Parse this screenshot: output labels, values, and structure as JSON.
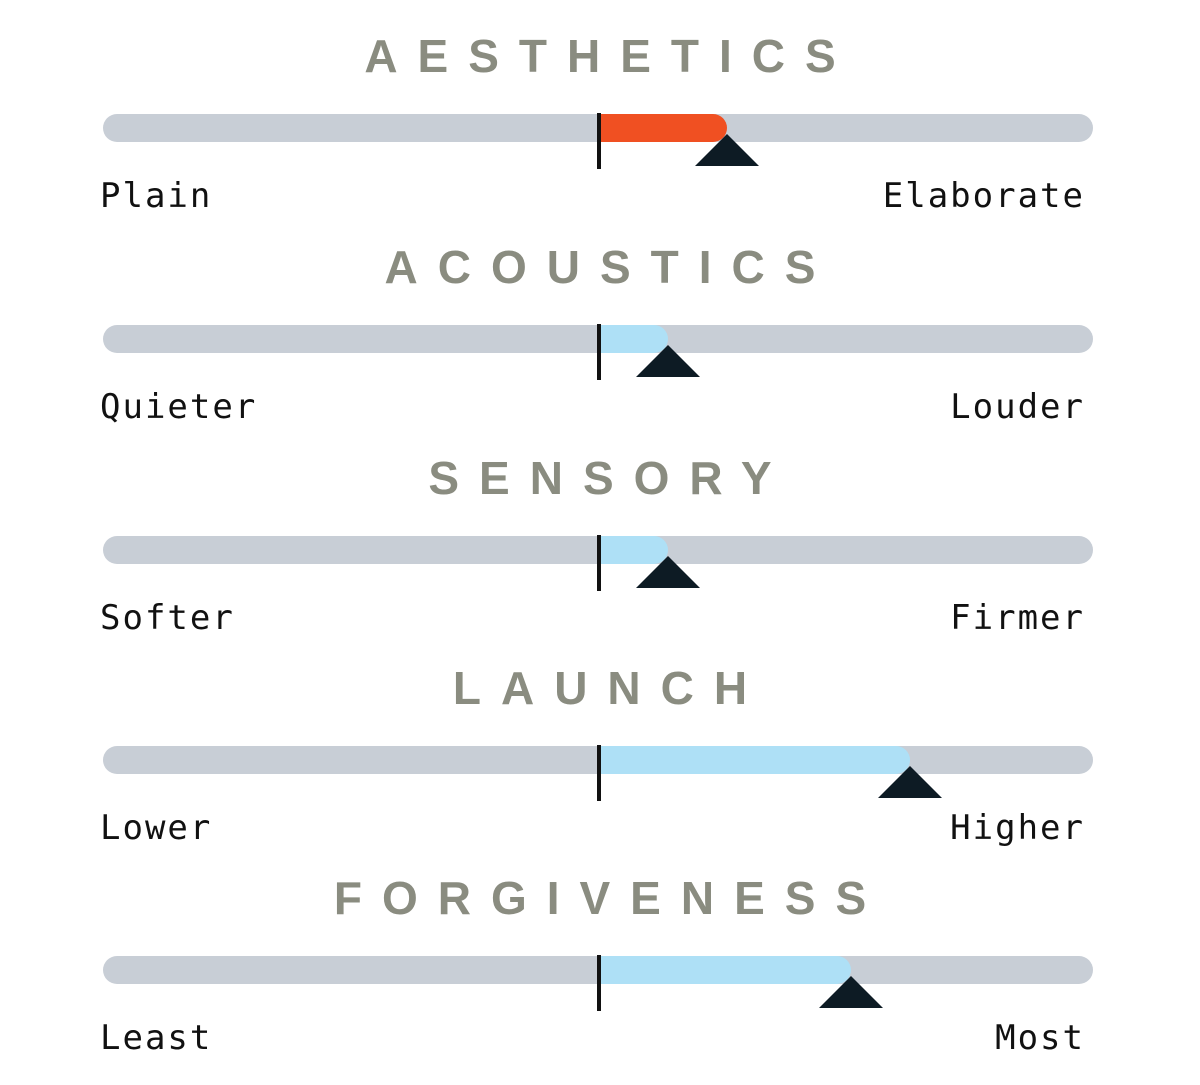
{
  "ratings": [
    {
      "title": "AESTHETICS",
      "left_label": "Plain",
      "right_label": "Elaborate",
      "value": 0.26,
      "fill_color": "#f05022"
    },
    {
      "title": "ACOUSTICS",
      "left_label": "Quieter",
      "right_label": "Louder",
      "value": 0.14,
      "fill_color": "#aee0f6"
    },
    {
      "title": "SENSORY",
      "left_label": "Softer",
      "right_label": "Firmer",
      "value": 0.14,
      "fill_color": "#aee0f6"
    },
    {
      "title": "LAUNCH",
      "left_label": "Lower",
      "right_label": "Higher",
      "value": 0.63,
      "fill_color": "#aee0f6"
    },
    {
      "title": "FORGIVENESS",
      "left_label": "Least",
      "right_label": "Most",
      "value": 0.51,
      "fill_color": "#aee0f6"
    }
  ],
  "colors": {
    "track": "#c8ced6",
    "marker": "#0d1b24",
    "center_line": "#111111",
    "title": "#8a8c80"
  }
}
